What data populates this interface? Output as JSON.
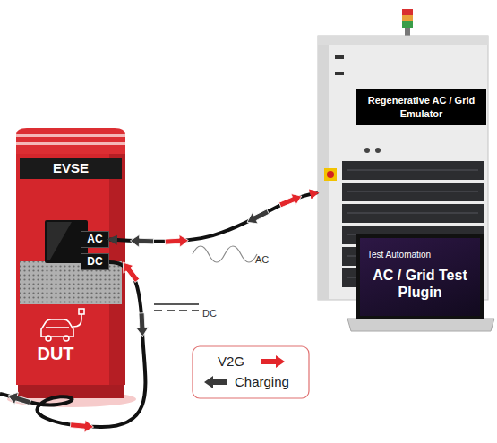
{
  "diagram": {
    "nodes": [
      {
        "text": [
          "EVSE",
          "DUT"
        ]
      },
      {
        "text": [
          "AC"
        ],
        "in": 0
      },
      {
        "text": [
          "DC"
        ],
        "in": 0
      },
      {
        "text": [
          "Regenerative AC / Grid Emulator"
        ]
      },
      {
        "text": [
          "Test Automation",
          "AC / Grid Test Plugin"
        ]
      }
    ],
    "edges": [
      {
        "from": 1,
        "to": 3,
        "arrow": "both"
      }
    ],
    "labels": [
      "AC",
      "DC"
    ],
    "legend": [
      {
        "text": "V2G"
      },
      {
        "text": "Charging"
      }
    ]
  }
}
